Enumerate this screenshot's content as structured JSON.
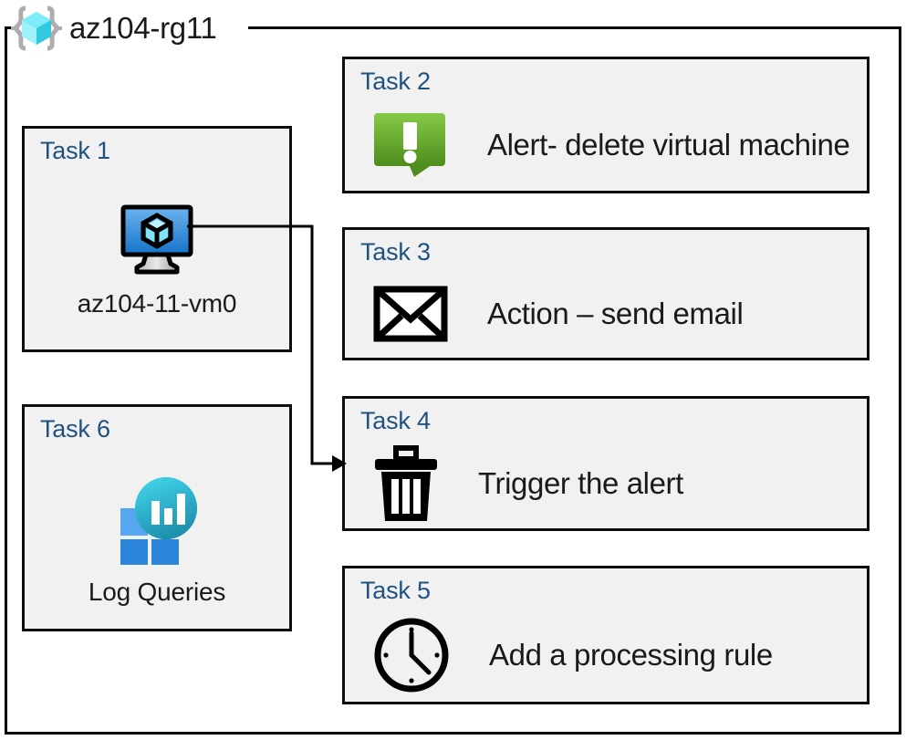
{
  "resource_group": {
    "name": "az104-rg11",
    "icon": "resource-group-cube-icon"
  },
  "cards": {
    "task1": {
      "title": "Task 1",
      "label": "az104-11-vm0",
      "icon": "virtual-machine-icon"
    },
    "task2": {
      "title": "Task 2",
      "label": "Alert- delete virtual machine",
      "icon": "alert-exclamation-icon"
    },
    "task3": {
      "title": "Task 3",
      "label": "Action – send email",
      "icon": "envelope-icon"
    },
    "task4": {
      "title": "Task 4",
      "label": "Trigger the alert",
      "icon": "trash-can-icon"
    },
    "task5": {
      "title": "Task 5",
      "label": "Add a processing rule",
      "icon": "clock-icon"
    },
    "task6": {
      "title": "Task 6",
      "label": "Log Queries",
      "icon": "log-analytics-icon"
    }
  },
  "connector": {
    "from": "task1-vm-icon",
    "to": "task4-card",
    "arrow": "arrowhead-right"
  },
  "colors": {
    "title_blue": "#1f5280",
    "card_fill": "#f1f1f1",
    "card_border": "#0d0d0d",
    "alert_green_light": "#7cc242",
    "alert_green_dark": "#4e8c1e",
    "vm_blue_light": "#5aa5e8",
    "vm_blue_dark": "#1e6fc4",
    "log_teal": "#32cde0",
    "log_blue": "#2f8fdc",
    "rg_cube_cyan": "#4fe3f5"
  }
}
